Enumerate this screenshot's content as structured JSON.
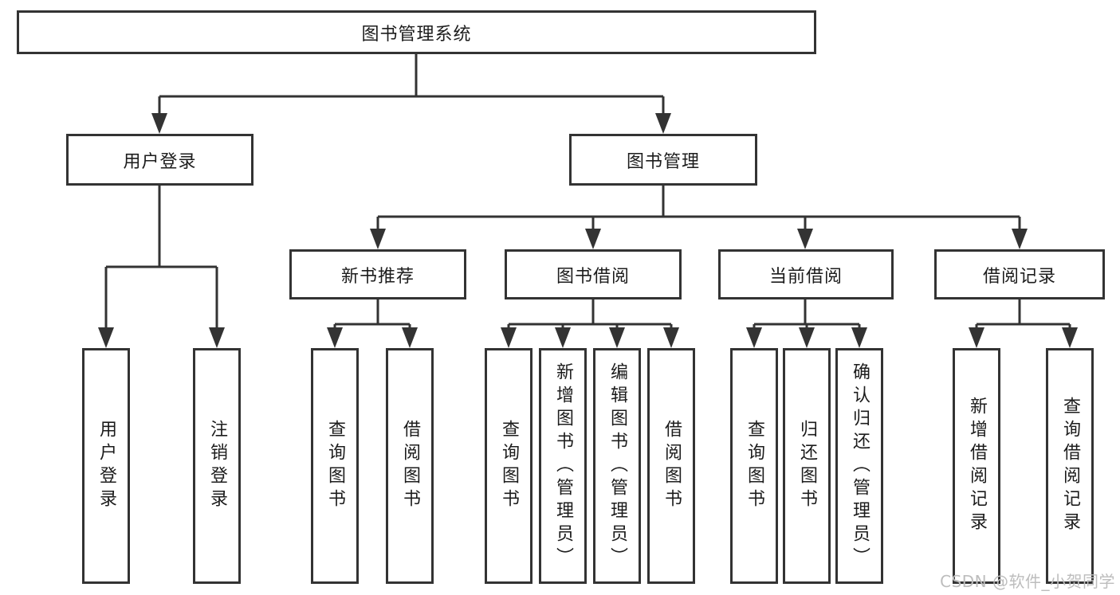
{
  "tree": {
    "label": "图书管理系统",
    "children": [
      {
        "label": "用户登录",
        "children": [
          {
            "label": "用户登录"
          },
          {
            "label": "注销登录"
          }
        ]
      },
      {
        "label": "图书管理",
        "children": [
          {
            "label": "新书推荐",
            "children": [
              {
                "label": "查询图书"
              },
              {
                "label": "借阅图书"
              }
            ]
          },
          {
            "label": "图书借阅",
            "children": [
              {
                "label": "查询图书"
              },
              {
                "label": "新增图书（管理员）"
              },
              {
                "label": "编辑图书（管理员）"
              },
              {
                "label": "借阅图书"
              }
            ]
          },
          {
            "label": "当前借阅",
            "children": [
              {
                "label": "查询图书"
              },
              {
                "label": "归还图书"
              },
              {
                "label": "确认归还（管理员）"
              }
            ]
          },
          {
            "label": "借阅记录",
            "children": [
              {
                "label": "新增借阅记录"
              },
              {
                "label": "查询借阅记录"
              }
            ]
          }
        ]
      }
    ]
  },
  "watermark": "CSDN @软件_小贺同学",
  "colors": {
    "line": "#333333",
    "text": "#1c1c1c",
    "watermark": "#bdbdbd",
    "background": "#ffffff"
  }
}
